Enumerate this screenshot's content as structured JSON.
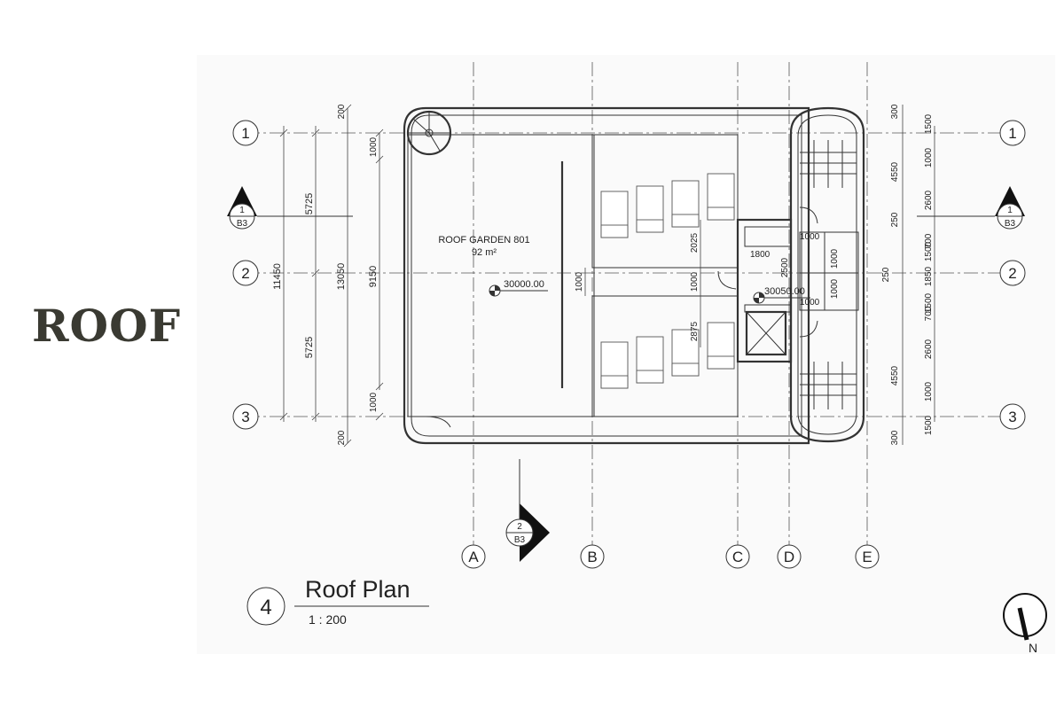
{
  "page_title": "ROOF",
  "plan": {
    "title": "Roof Plan",
    "scale": "1 : 200",
    "view_number": "4",
    "room": {
      "name": "ROOF GARDEN 801",
      "area": "92 m²"
    },
    "levels": [
      "30000.00",
      "30050.00"
    ],
    "north_label": "N",
    "grid_rows": [
      "1",
      "2",
      "3"
    ],
    "grid_cols": [
      "A",
      "B",
      "C",
      "D",
      "E"
    ],
    "section_marks": [
      {
        "num": "1",
        "sheet": "B3"
      },
      {
        "num": "1",
        "sheet": "B3"
      },
      {
        "num": "2",
        "sheet": "B3"
      }
    ],
    "dims_left_outer": [
      "11450"
    ],
    "dims_left_inner": [
      "5725",
      "5725"
    ],
    "dims_left_total": [
      "13050"
    ],
    "dims_left_edge": [
      "200",
      "200"
    ],
    "dims_left_core": [
      "9150",
      "1000",
      "1000"
    ],
    "dims_right_a": [
      "300",
      "4550",
      "250",
      "250",
      "4550",
      "300"
    ],
    "dims_right_b": [
      "1500",
      "1000",
      "2600",
      "700",
      "1500",
      "1850",
      "1500",
      "700",
      "2600",
      "1000",
      "1500"
    ],
    "dims_interior": [
      "2025",
      "1000",
      "1000",
      "2875",
      "1800",
      "2500",
      "1000",
      "1000",
      "1000",
      "1000"
    ]
  }
}
